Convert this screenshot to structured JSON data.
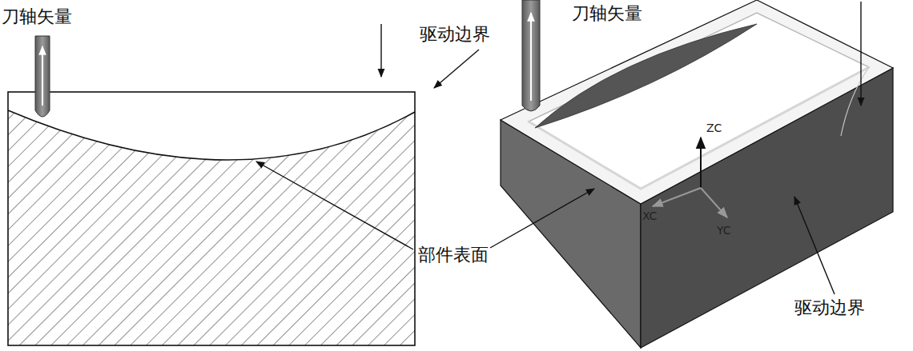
{
  "diagram": {
    "labels": [
      "刀轴矢量",
      "驱动边界",
      "刀轴矢量",
      "部件表面",
      "驱动边界",
      "ZC",
      "XC",
      "YC"
    ]
  }
}
